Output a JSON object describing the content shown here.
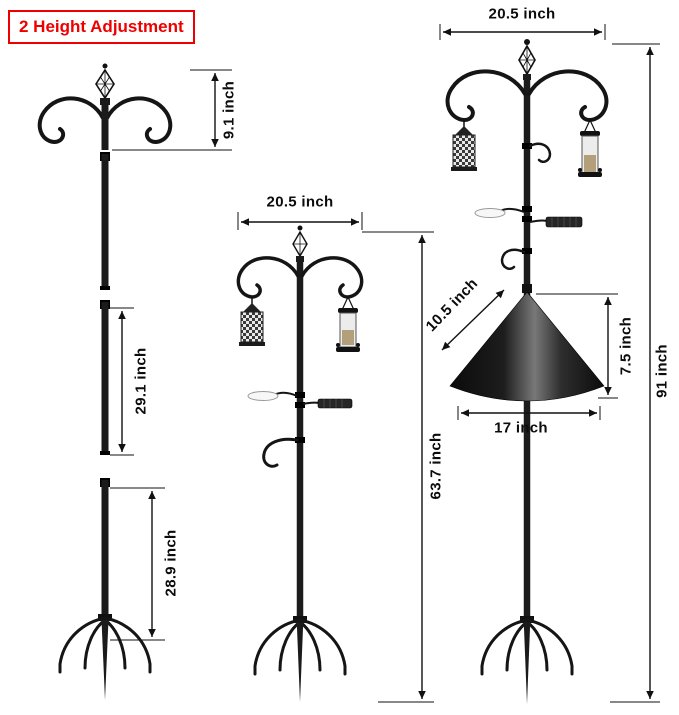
{
  "badge": {
    "label": "2 Height Adjustment"
  },
  "colors": {
    "accent_red": "#ee0000",
    "ink": "#111111",
    "baffle_black": "#0b0b0b"
  },
  "left_figure": {
    "name": "disassembled pole sections",
    "hook_section_height": "9.1 inch",
    "middle_section_height": "29.1 inch",
    "base_section_height": "28.9 inch"
  },
  "middle_figure": {
    "name": "assembled feeding station",
    "width": "20.5 inch",
    "height": "63.7 inch"
  },
  "right_figure": {
    "name": "feeding station with squirrel baffle",
    "width": "20.5 inch",
    "baffle_slant": "10.5 inch",
    "baffle_height": "7.5 inch",
    "baffle_diameter": "17 inch",
    "total_height": "91 inch"
  }
}
